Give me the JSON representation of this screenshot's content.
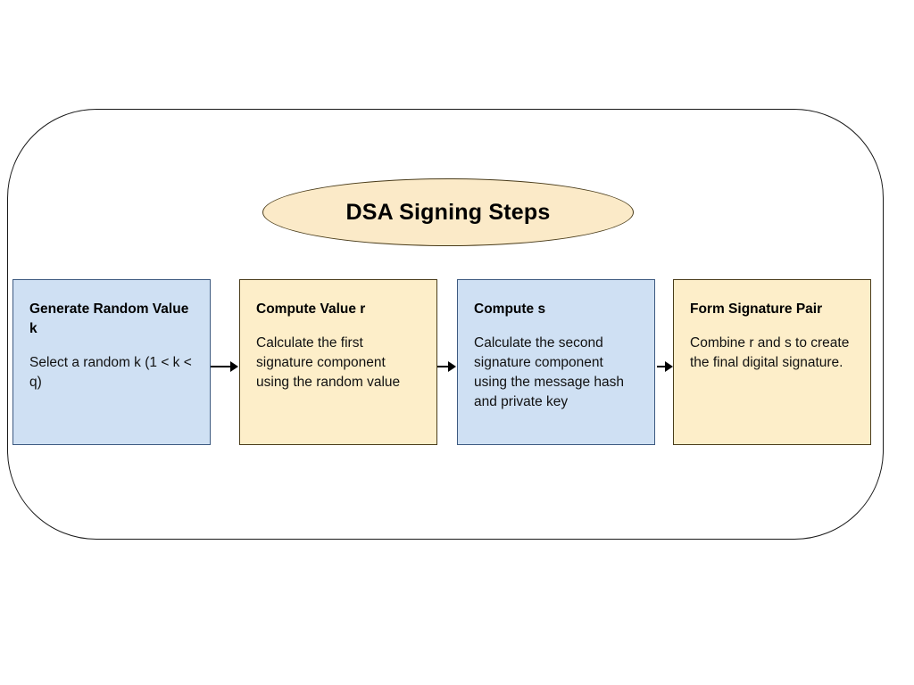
{
  "diagram": {
    "title": "DSA Signing Steps",
    "colors": {
      "blue_fill": "#cfe0f3",
      "blue_border": "#3d5a80",
      "cream_fill": "#fdeec9",
      "cream_border": "#4a3c1a",
      "ellipse_fill": "#fbeac8",
      "container_border": "#1a1a1a",
      "arrow": "#000000",
      "text": "#000000"
    },
    "steps": [
      {
        "title": "Generate Random Value k",
        "description": "Select a random k (1 < k < q)",
        "style": "blue"
      },
      {
        "title": "Compute Value r",
        "description": "Calculate the first signature component using the random value",
        "style": "cream"
      },
      {
        "title": "Compute s",
        "description": "Calculate the second signature component using the message hash and private key",
        "style": "blue"
      },
      {
        "title": "Form Signature Pair",
        "description": "Combine r and s to create the final digital signature.",
        "style": "cream"
      }
    ],
    "connectors": [
      {
        "name": "arrow-step1-to-step2"
      },
      {
        "name": "arrow-step2-to-step3"
      },
      {
        "name": "arrow-step3-to-step4"
      }
    ]
  }
}
